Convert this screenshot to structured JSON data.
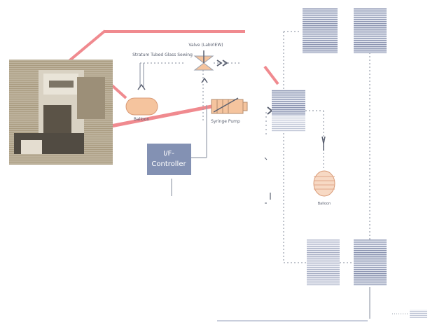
{
  "colors": {
    "accent_red": "#f08a8f",
    "box_blue": "#7e87a6",
    "box_stripe": "#c9cedc",
    "controller_fill": "#8391b3",
    "flow_line": "#9aa0ad",
    "balloon": "#f5c49e",
    "photo_bg": "#b8a98f"
  },
  "diagram": {
    "labels": {
      "tubing": "Stratum Tubed Glass Sewing",
      "valve": "Valve (LabVIEW)",
      "balloon": "Balloon",
      "syringe": "Syringe Pump",
      "controller_line1": "I/F-",
      "controller_line2": "Controller",
      "lung_model": "Balloon"
    },
    "boxes": {
      "top_left": "",
      "top_right": "",
      "middle": "",
      "bottom_left": "",
      "bottom_right": ""
    },
    "icons": [
      "valve-icon",
      "syringe-icon",
      "balloon-icon",
      "lung-icon"
    ]
  }
}
